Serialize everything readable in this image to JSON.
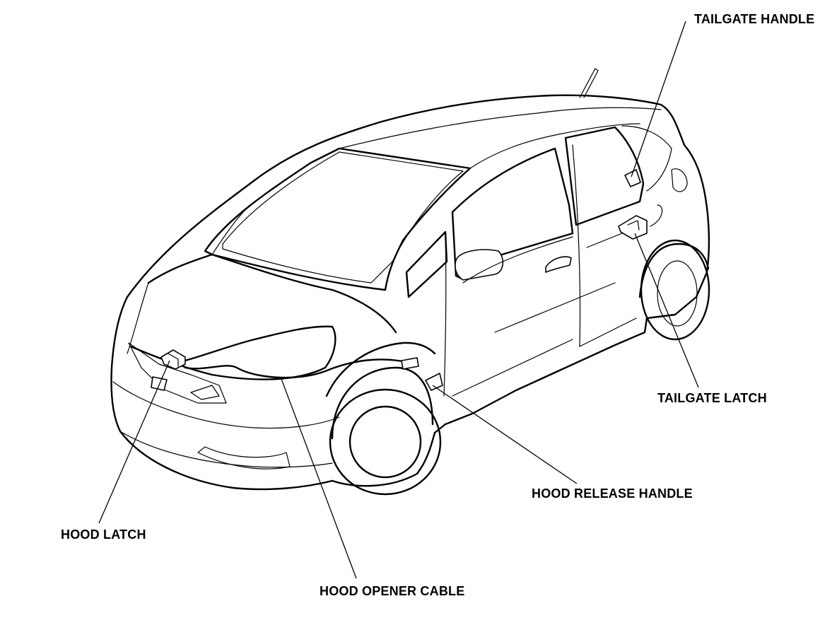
{
  "diagram": {
    "callouts": {
      "tailgate_handle": "TAILGATE HANDLE",
      "tailgate_latch": "TAILGATE LATCH",
      "hood_release_handle": "HOOD RELEASE HANDLE",
      "hood_latch": "HOOD LATCH",
      "hood_opener_cable": "HOOD OPENER CABLE"
    },
    "colors": {
      "line": "#000000",
      "background": "#ffffff"
    }
  }
}
